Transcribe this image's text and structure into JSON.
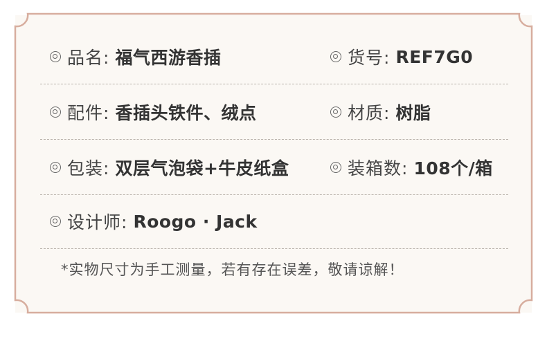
{
  "rows": [
    {
      "left": {
        "label": "品名:",
        "value": "福气西游香插"
      },
      "right": {
        "label": "货号:",
        "value": "REF7G0"
      }
    },
    {
      "left": {
        "label": "配件:",
        "value": "香插头铁件、绒点"
      },
      "right": {
        "label": "材质:",
        "value": "树脂"
      }
    },
    {
      "left": {
        "label": "包装:",
        "value": "双层气泡袋+牛皮纸盒"
      },
      "right": {
        "label": "装箱数:",
        "value": "108个/箱"
      }
    },
    {
      "left": {
        "label": "设计师:",
        "value": "Roogo · Jack"
      }
    }
  ],
  "note": "*实物尺寸为手工测量，若有存在误差，敬请谅解！",
  "colors": {
    "frame": "#d7ad9e",
    "card": "#fbf8f4",
    "dash": "#b8b1aa"
  },
  "icons": {
    "bullet": "double-circle-bullet-icon"
  }
}
